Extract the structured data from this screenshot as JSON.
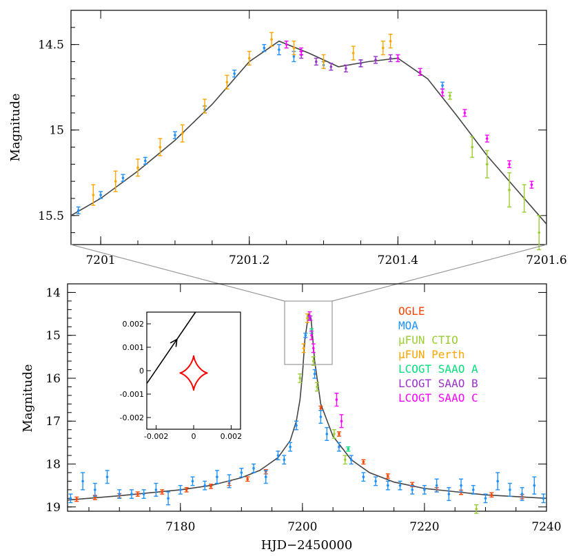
{
  "chart_data": [
    {
      "type": "scatter",
      "panel": "zoom",
      "xlabel": "",
      "ylabel": "Magnitude",
      "xlim": [
        7200.96,
        7201.6
      ],
      "ylim": [
        15.67,
        14.3
      ],
      "x_ticks": [
        "7201",
        "7201.2",
        "7201.4",
        "7201.6"
      ],
      "y_ticks": [
        "14.5",
        "15",
        "15.5"
      ],
      "model": {
        "x": [
          7200.96,
          7201.0,
          7201.05,
          7201.1,
          7201.15,
          7201.2,
          7201.24,
          7201.28,
          7201.32,
          7201.36,
          7201.4,
          7201.44,
          7201.48,
          7201.52,
          7201.56,
          7201.6
        ],
        "y": [
          15.5,
          15.4,
          15.24,
          15.06,
          14.85,
          14.6,
          14.48,
          14.55,
          14.63,
          14.6,
          14.58,
          14.7,
          14.92,
          15.15,
          15.35,
          15.55
        ]
      },
      "series": [
        {
          "name": "MOA",
          "color": "#1e90ff",
          "x": [
            7200.97,
            7201.0,
            7201.03,
            7201.06,
            7201.1,
            7201.14,
            7201.18,
            7201.22,
            7201.24,
            7201.26,
            7201.3,
            7201.35,
            7201.4,
            7201.46
          ],
          "y": [
            15.47,
            15.38,
            15.28,
            15.18,
            15.03,
            14.88,
            14.67,
            14.52,
            14.53,
            14.57,
            14.62,
            14.61,
            14.58,
            14.74
          ],
          "err": [
            0.02,
            0.02,
            0.02,
            0.02,
            0.02,
            0.02,
            0.02,
            0.02,
            0.03,
            0.03,
            0.02,
            0.02,
            0.02,
            0.02
          ]
        },
        {
          "name": "μFUN Perth",
          "color": "#ffa500",
          "x": [
            7200.99,
            7201.02,
            7201.05,
            7201.08,
            7201.11,
            7201.14,
            7201.17,
            7201.2,
            7201.23,
            7201.26,
            7201.3,
            7201.34,
            7201.38,
            7201.39
          ],
          "y": [
            15.38,
            15.3,
            15.22,
            15.1,
            15.02,
            14.86,
            14.72,
            14.58,
            14.47,
            14.52,
            14.6,
            14.55,
            14.52,
            14.48
          ],
          "err": [
            0.06,
            0.06,
            0.05,
            0.05,
            0.05,
            0.04,
            0.04,
            0.04,
            0.04,
            0.04,
            0.04,
            0.04,
            0.04,
            0.04
          ]
        },
        {
          "name": "μFUN CTIO",
          "color": "#9acd32",
          "x": [
            7201.47,
            7201.5,
            7201.52,
            7201.55,
            7201.57,
            7201.59
          ],
          "y": [
            14.8,
            15.1,
            15.2,
            15.35,
            15.4,
            15.6
          ],
          "err": [
            0.02,
            0.06,
            0.08,
            0.1,
            0.08,
            0.1
          ]
        },
        {
          "name": "LCOGT SAAO B",
          "color": "#9932cc",
          "x": [
            7201.27,
            7201.29,
            7201.31,
            7201.33,
            7201.35,
            7201.37,
            7201.39
          ],
          "y": [
            14.56,
            14.6,
            14.63,
            14.64,
            14.61,
            14.59,
            14.58
          ],
          "err": [
            0.02,
            0.02,
            0.02,
            0.02,
            0.02,
            0.02,
            0.02
          ]
        },
        {
          "name": "LCOGT SAAO C",
          "color": "#ff00ff",
          "x": [
            7201.25,
            7201.27,
            7201.4,
            7201.43,
            7201.46,
            7201.49,
            7201.52,
            7201.55,
            7201.58
          ],
          "y": [
            14.5,
            14.54,
            14.58,
            14.66,
            14.78,
            14.9,
            15.05,
            15.2,
            15.32
          ],
          "err": [
            0.02,
            0.02,
            0.02,
            0.02,
            0.02,
            0.02,
            0.02,
            0.02,
            0.02
          ]
        }
      ]
    },
    {
      "type": "scatter",
      "panel": "main",
      "xlabel": "HJD−2450000",
      "ylabel": "Magnitude",
      "xlim": [
        7161.5,
        7240
      ],
      "ylim": [
        19.1,
        13.8
      ],
      "x_ticks": [
        "7180",
        "7200",
        "7220",
        "7240"
      ],
      "y_ticks": [
        "14",
        "15",
        "16",
        "17",
        "18",
        "19"
      ],
      "model": {
        "x": [
          7161.5,
          7170,
          7180,
          7185,
          7190,
          7193,
          7196,
          7198,
          7199,
          7199.6,
          7200,
          7200.4,
          7201,
          7201.4,
          7202,
          7203,
          7205,
          7208,
          7211,
          7215,
          7220,
          7230,
          7240
        ],
        "y": [
          18.84,
          18.74,
          18.6,
          18.5,
          18.32,
          18.15,
          17.85,
          17.45,
          17.0,
          16.5,
          15.9,
          15.1,
          14.5,
          14.6,
          15.6,
          16.6,
          17.35,
          17.9,
          18.2,
          18.42,
          18.57,
          18.72,
          18.8
        ]
      },
      "series": [
        {
          "name": "OGLE",
          "color": "#ff4500",
          "x": [
            7163,
            7166,
            7170,
            7173,
            7177,
            7181,
            7185,
            7188,
            7191,
            7194,
            7203,
            7206,
            7210,
            7214,
            7218,
            7222,
            7226,
            7231,
            7236
          ],
          "y": [
            18.82,
            18.78,
            18.74,
            18.7,
            18.65,
            18.6,
            18.52,
            18.45,
            18.35,
            18.18,
            16.7,
            17.3,
            17.95,
            18.28,
            18.48,
            18.6,
            18.66,
            18.72,
            18.76
          ],
          "err": [
            0.05,
            0.05,
            0.05,
            0.05,
            0.05,
            0.05,
            0.05,
            0.05,
            0.05,
            0.05,
            0.05,
            0.05,
            0.05,
            0.05,
            0.05,
            0.05,
            0.05,
            0.05,
            0.05
          ]
        },
        {
          "name": "MOA",
          "color": "#1e90ff",
          "x": [
            7162,
            7164,
            7166,
            7168,
            7170,
            7172,
            7174,
            7176,
            7178,
            7180,
            7182,
            7184,
            7186,
            7188,
            7190,
            7192,
            7194,
            7196,
            7197,
            7198,
            7199,
            7200.5,
            7201,
            7202,
            7203,
            7204,
            7206,
            7208,
            7210,
            7212,
            7214,
            7216,
            7218,
            7220,
            7222,
            7224,
            7226,
            7228,
            7230,
            7232,
            7234,
            7236,
            7238,
            7239.5
          ],
          "y": [
            18.8,
            18.4,
            18.6,
            18.3,
            18.7,
            18.7,
            18.7,
            18.6,
            18.8,
            18.6,
            18.4,
            18.5,
            18.3,
            18.4,
            18.2,
            18.1,
            18.3,
            17.8,
            17.9,
            17.6,
            17.1,
            15.0,
            14.6,
            15.9,
            16.9,
            17.3,
            17.6,
            17.9,
            18.3,
            18.4,
            18.5,
            18.5,
            18.6,
            18.6,
            18.5,
            18.7,
            18.5,
            18.6,
            18.8,
            18.4,
            18.6,
            18.7,
            18.5,
            18.8
          ],
          "err": [
            0.1,
            0.2,
            0.15,
            0.15,
            0.1,
            0.1,
            0.1,
            0.15,
            0.15,
            0.1,
            0.1,
            0.1,
            0.15,
            0.15,
            0.1,
            0.1,
            0.15,
            0.1,
            0.1,
            0.1,
            0.1,
            0.05,
            0.05,
            0.1,
            0.15,
            0.15,
            0.1,
            0.1,
            0.1,
            0.1,
            0.1,
            0.1,
            0.1,
            0.1,
            0.15,
            0.15,
            0.15,
            0.1,
            0.1,
            0.2,
            0.15,
            0.15,
            0.2,
            0.1
          ]
        },
        {
          "name": "μFUN CTIO",
          "color": "#9acd32",
          "x": [
            7199.6,
            7201.8,
            7202.4,
            7205.2,
            7207,
            7228.5
          ],
          "y": [
            16.0,
            15.6,
            16.2,
            17.3,
            17.9,
            19.05
          ],
          "err": [
            0.1,
            0.1,
            0.1,
            0.1,
            0.1,
            0.1
          ]
        },
        {
          "name": "μFUN Perth",
          "color": "#ffa500",
          "x": [
            7200.2,
            7200.8
          ],
          "y": [
            15.3,
            14.6
          ],
          "err": [
            0.1,
            0.1
          ]
        },
        {
          "name": "LCOGT SAAO A",
          "color": "#00e07a",
          "x": [
            7201.5,
            7207.5
          ],
          "y": [
            14.9,
            17.65
          ],
          "err": [
            0.05,
            0.05
          ]
        },
        {
          "name": "LCOGT SAAO B",
          "color": "#9932cc",
          "x": [
            7201.3
          ],
          "y": [
            14.6
          ],
          "err": [
            0.05
          ]
        },
        {
          "name": "LCOGT SAAO C",
          "color": "#ff00ff",
          "x": [
            7201.2,
            7201.5,
            7201.8,
            7205.6,
            7206.4
          ],
          "y": [
            14.55,
            15.0,
            15.3,
            16.5,
            17.0
          ],
          "err": [
            0.1,
            0.1,
            0.1,
            0.15,
            0.15
          ]
        }
      ],
      "legend": {
        "position": "top-right",
        "entries": [
          {
            "label": "OGLE",
            "color": "#ff4500"
          },
          {
            "label": "MOA",
            "color": "#1e90ff"
          },
          {
            "label": "μFUN CTIO",
            "color": "#9acd32"
          },
          {
            "label": "μFUN Perth",
            "color": "#ffa500"
          },
          {
            "label": "LCOGT SAAO A",
            "color": "#00e07a"
          },
          {
            "label": "LCOGT SAAO B",
            "color": "#9932cc"
          },
          {
            "label": "LCOGT SAAO C",
            "color": "#ff00ff"
          }
        ]
      }
    },
    {
      "type": "line",
      "panel": "inset",
      "xlim": [
        -0.0025,
        0.0025
      ],
      "ylim": [
        -0.0025,
        0.0025
      ],
      "x_ticks": [
        "-0.002",
        "0",
        "0.002"
      ],
      "y_ticks": [
        "0.002",
        "0.001",
        "0",
        "-0.001",
        "-0.002"
      ],
      "trajectory": {
        "x": [
          -0.0025,
          0.0001
        ],
        "y": [
          -0.00055,
          0.0025
        ],
        "color": "#000000"
      },
      "caustic": {
        "center": [
          0.0,
          -0.0001
        ],
        "half_width": 0.00075,
        "color": "#ff0000"
      }
    }
  ]
}
